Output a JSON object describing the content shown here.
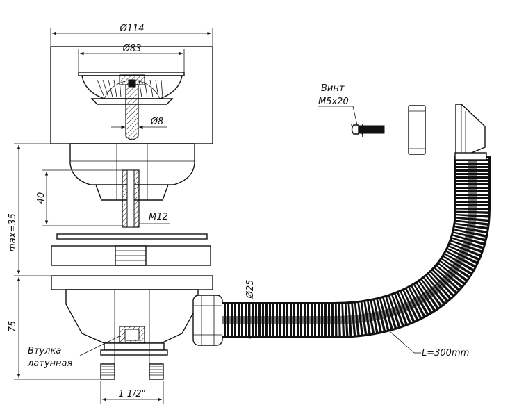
{
  "dimensions": {
    "outer_diameter": "Ø114",
    "strainer_diameter": "Ø83",
    "stem_diameter": "Ø8",
    "thread": "M12",
    "depth_40": "40",
    "max_35": "max=35",
    "height_75": "75",
    "hose_diameter": "Ø25",
    "hose_length": "L=300mm",
    "outlet_thread": "1 1/2\""
  },
  "labels": {
    "screw_title": "Винт",
    "screw_size": "M5x20",
    "bushing_line1": "Втулка",
    "bushing_line2": "латунная"
  },
  "colors": {
    "line": "#111111",
    "background": "#ffffff"
  }
}
